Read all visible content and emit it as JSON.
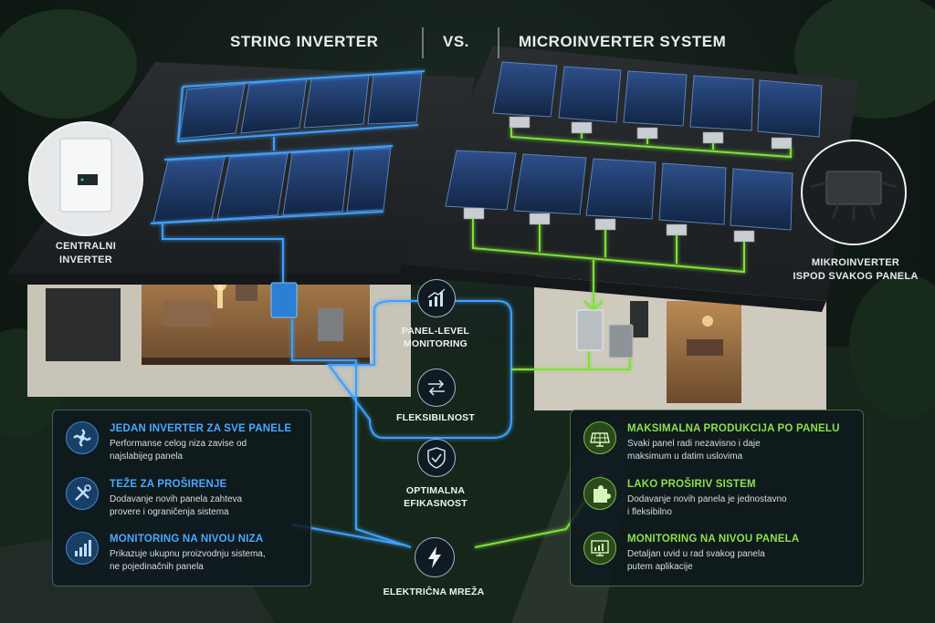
{
  "header": {
    "left_title": "STRING INVERTER",
    "vs": "VS.",
    "right_title": "MICROINVERTER SYSTEM"
  },
  "callouts": {
    "central_inverter": [
      "CENTRALNI",
      "INVERTER"
    ],
    "microinverter": [
      "MIKROINVERTER",
      "ISPOD SVAKOG PANELA"
    ]
  },
  "center_nodes": [
    {
      "icon": "chart-icon",
      "label": [
        "PANEL-LEVEL",
        "MONITORING"
      ]
    },
    {
      "icon": "arrows-icon",
      "label": [
        "FLEKSIBILNOST"
      ]
    },
    {
      "icon": "shield-check-icon",
      "label": [
        "OPTIMALNA",
        "EFIKASNOST"
      ]
    },
    {
      "icon": "lightning-icon",
      "label": [
        "ELEKTRIČNA MREŽA"
      ]
    }
  ],
  "string_features": [
    {
      "icon": "fan-icon",
      "title": "JEDAN INVERTER ZA SVE PANELE",
      "text": [
        "Performanse celog niza zavise od",
        "najslabijeg panela"
      ]
    },
    {
      "icon": "tools-icon",
      "title": "TEŽE ZA PROŠIRENJE",
      "text": [
        "Dodavanje novih panela zahteva",
        "provere i ograničenja  sistema"
      ]
    },
    {
      "icon": "bars-icon",
      "title": "MONITORING NA NIVOU NIZA",
      "text": [
        "Prikazuje ukupnu proizvodnju sistema,",
        "ne pojedinačnih panela"
      ]
    }
  ],
  "micro_features": [
    {
      "icon": "solar-panel-icon",
      "title": "MAKSIMALNA PRODUKCIJA PO PANELU",
      "text": [
        "Svaki panel radi nezavisno i daje",
        "maksimum u datim uslovima"
      ]
    },
    {
      "icon": "puzzle-icon",
      "title": "LAKO PROŠIRIV SISTEM",
      "text": [
        "Dodavanje novih panela je jednostavno",
        "i fleksibilno"
      ]
    },
    {
      "icon": "monitor-chart-icon",
      "title": "MONITORING NA NIVOU PANELA",
      "text": [
        "Detaljan uvid u rad svakog panela",
        "putem aplikacije"
      ]
    }
  ],
  "colors": {
    "string_accent": "#3ea0ff",
    "micro_accent": "#7fe03a"
  }
}
